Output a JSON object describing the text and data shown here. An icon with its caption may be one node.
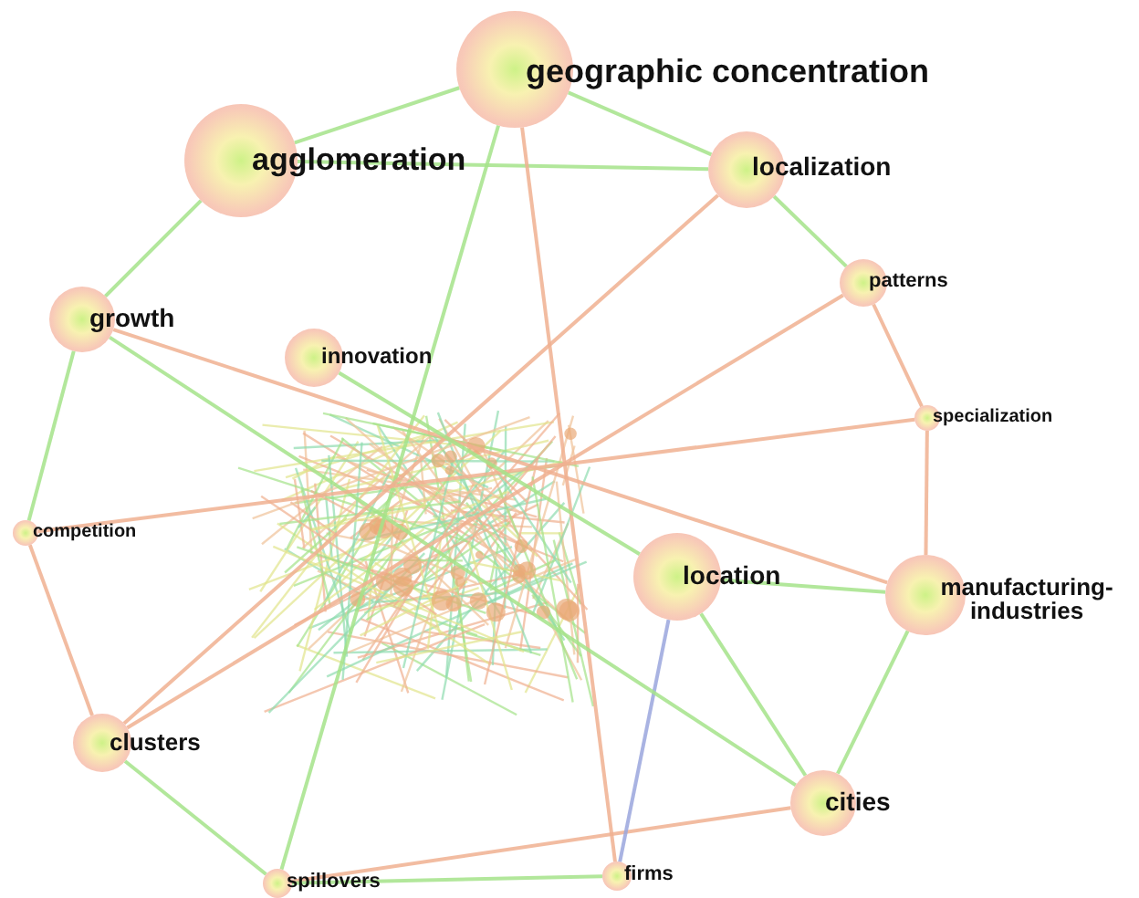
{
  "diagram": {
    "nodes": [
      {
        "text": [
          "geographic concentration"
        ]
      },
      {
        "text": [
          "agglomeration"
        ]
      },
      {
        "text": [
          "localization"
        ]
      },
      {
        "text": [
          "growth"
        ]
      },
      {
        "text": [
          "innovation"
        ]
      },
      {
        "text": [
          "patterns"
        ]
      },
      {
        "text": [
          "specialization"
        ]
      },
      {
        "text": [
          "competition"
        ]
      },
      {
        "text": [
          "location"
        ]
      },
      {
        "text": [
          "manufacturing-industries"
        ]
      },
      {
        "text": [
          "clusters"
        ]
      },
      {
        "text": [
          "cities"
        ]
      },
      {
        "text": [
          "spillovers"
        ]
      },
      {
        "text": [
          "firms"
        ]
      }
    ],
    "edges": [
      {
        "from": 0,
        "to": 1,
        "arrow": "none"
      },
      {
        "from": 0,
        "to": 2,
        "arrow": "none"
      },
      {
        "from": 1,
        "to": 2,
        "arrow": "none"
      },
      {
        "from": 1,
        "to": 3,
        "arrow": "none"
      },
      {
        "from": 2,
        "to": 5,
        "arrow": "none"
      },
      {
        "from": 5,
        "to": 6,
        "arrow": "none",
        "color": "#f0b090"
      },
      {
        "from": 6,
        "to": 9,
        "arrow": "none",
        "color": "#f0b090"
      },
      {
        "from": 9,
        "to": 11,
        "arrow": "none"
      },
      {
        "from": 11,
        "to": 12,
        "arrow": "none",
        "color": "#f0b090"
      },
      {
        "from": 13,
        "to": 12,
        "arrow": "none"
      },
      {
        "from": 12,
        "to": 10,
        "arrow": "none"
      },
      {
        "from": 10,
        "to": 7,
        "arrow": "none",
        "color": "#f0b090"
      },
      {
        "from": 7,
        "to": 3,
        "arrow": "none"
      },
      {
        "from": 8,
        "to": 13,
        "arrow": "none",
        "color": "#9aa6dd"
      },
      {
        "from": 8,
        "to": 11,
        "arrow": "none"
      },
      {
        "from": 8,
        "to": 9,
        "arrow": "none"
      },
      {
        "from": 0,
        "to": 12,
        "arrow": "none"
      },
      {
        "from": 0,
        "to": 13,
        "arrow": "none",
        "color": "#f0b090"
      },
      {
        "from": 3,
        "to": 11,
        "arrow": "none"
      },
      {
        "from": 3,
        "to": 9,
        "arrow": "none",
        "color": "#f0b090"
      },
      {
        "from": 2,
        "to": 10,
        "arrow": "none",
        "color": "#f0b090"
      },
      {
        "from": 5,
        "to": 10,
        "arrow": "none",
        "color": "#f0b090"
      },
      {
        "from": 6,
        "to": 7,
        "arrow": "none",
        "color": "#f0b090"
      },
      {
        "from": 4,
        "to": 8,
        "arrow": "none"
      }
    ]
  }
}
